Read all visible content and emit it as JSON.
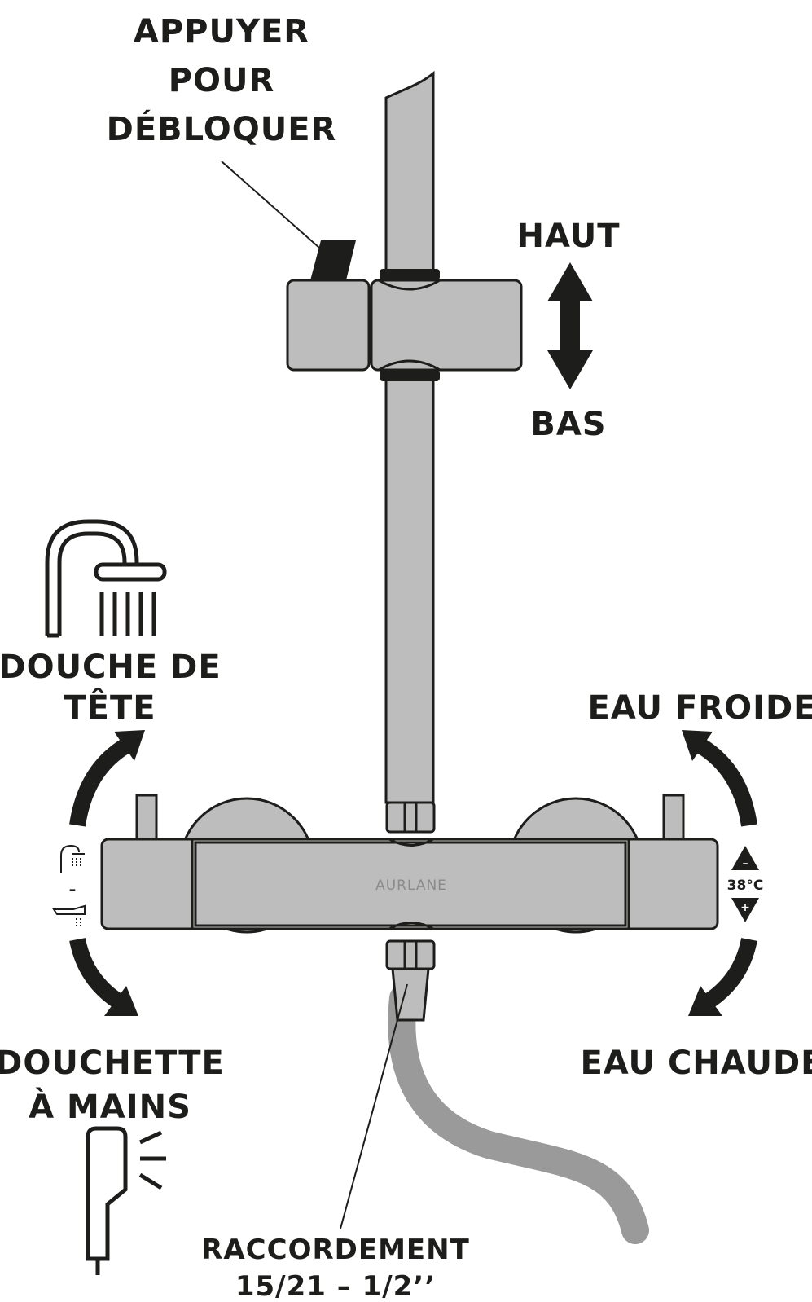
{
  "labels": {
    "unlock": [
      "APPUYER",
      "POUR",
      "DÉBLOQUER"
    ],
    "up": "HAUT",
    "down": "BAS",
    "head_shower": [
      "DOUCHE DE",
      "TÊTE"
    ],
    "cold_water": "EAU FROIDE",
    "hand_shower": [
      "DOUCHETTE",
      "À MAINS"
    ],
    "hot_water": "EAU CHAUDE",
    "connection": [
      "RACCORDEMENT",
      "15/21 – 1/2’’"
    ]
  },
  "mixer": {
    "brand": "AURLANE",
    "temperature": "38°C",
    "minus": "–",
    "plus": "+"
  },
  "icons": [
    "shower-head-icon",
    "hand-shower-icon",
    "rotate-arrow-icon",
    "up-down-arrow-icon"
  ],
  "colors": {
    "ink": "#1d1d1b",
    "metal": "#bdbdbd",
    "hose": "#9a9a9a"
  }
}
